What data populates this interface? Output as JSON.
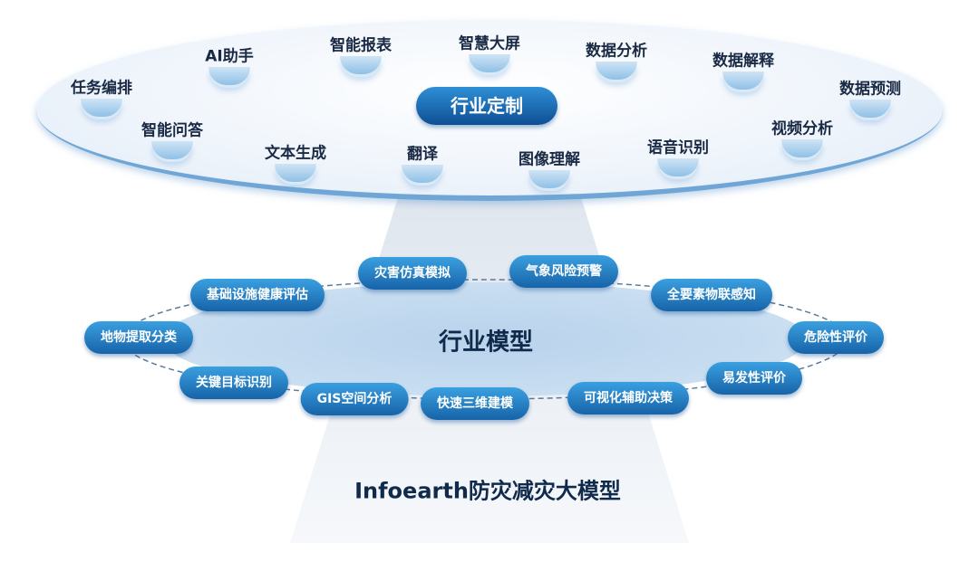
{
  "top": {
    "center": "行业定制",
    "items": [
      "任务编排",
      "AI助手",
      "智能报表",
      "智慧大屏",
      "数据分析",
      "数据解释",
      "数据预测",
      "智能问答",
      "文本生成",
      "翻译",
      "图像理解",
      "语音识别",
      "视频分析"
    ]
  },
  "middle": {
    "center": "行业模型",
    "items": [
      "灾害仿真模拟",
      "气象风险预警",
      "全要素物联感知",
      "危险性评价",
      "易发性评价",
      "可视化辅助决策",
      "快速三维建模",
      "GIS空间分析",
      "关键目标识别",
      "地物提取分类",
      "基础设施健康评估"
    ]
  },
  "bottom_title": "Infoearth防灾减灾大模型"
}
